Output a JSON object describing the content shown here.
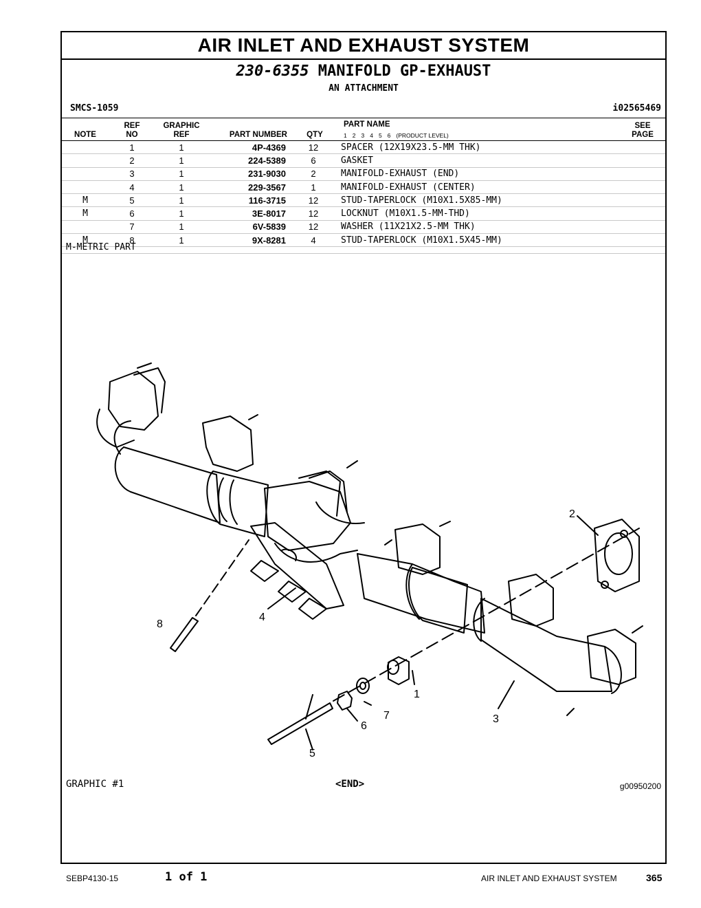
{
  "header": {
    "section_title": "AIR INLET AND EXHAUST SYSTEM",
    "part_number": "230-6355",
    "part_name": "MANIFOLD GP-EXHAUST",
    "subtitle": "AN ATTACHMENT",
    "smcs": "SMCS-1059",
    "ident": "i02565469"
  },
  "columns": {
    "note": "NOTE",
    "ref_top": "REF",
    "ref_bottom": "NO",
    "graphic_top": "GRAPHIC",
    "graphic_bottom": "REF",
    "part_number": "PART NUMBER",
    "qty": "QTY",
    "part_name": "PART NAME",
    "product_levels": [
      "1",
      "2",
      "3",
      "4",
      "5",
      "6"
    ],
    "product_level_label": "(PRODUCT LEVEL)",
    "see_top": "SEE",
    "see_bottom": "PAGE"
  },
  "rows": [
    {
      "note": "",
      "ref": "1",
      "gref": "1",
      "pn": "4P-4369",
      "qty": "12",
      "name": "SPACER (12X19X23.5-MM THK)"
    },
    {
      "note": "",
      "ref": "2",
      "gref": "1",
      "pn": "224-5389",
      "qty": "6",
      "name": "GASKET"
    },
    {
      "note": "",
      "ref": "3",
      "gref": "1",
      "pn": "231-9030",
      "qty": "2",
      "name": "MANIFOLD-EXHAUST (END)"
    },
    {
      "note": "",
      "ref": "4",
      "gref": "1",
      "pn": "229-3567",
      "qty": "1",
      "name": "MANIFOLD-EXHAUST (CENTER)"
    },
    {
      "note": "M",
      "ref": "5",
      "gref": "1",
      "pn": "116-3715",
      "qty": "12",
      "name": "STUD-TAPERLOCK (M10X1.5X85-MM)"
    },
    {
      "note": "M",
      "ref": "6",
      "gref": "1",
      "pn": "3E-8017",
      "qty": "12",
      "name": "LOCKNUT (M10X1.5-MM-THD)"
    },
    {
      "note": "",
      "ref": "7",
      "gref": "1",
      "pn": "6V-5839",
      "qty": "12",
      "name": "WASHER (11X21X2.5-MM THK)"
    },
    {
      "note": "M",
      "ref": "8",
      "gref": "1",
      "pn": "9X-8281",
      "qty": "4",
      "name": "STUD-TAPERLOCK (M10X1.5X45-MM)"
    }
  ],
  "metric_note": "M-METRIC PART",
  "illustration": {
    "callouts": [
      "1",
      "2",
      "3",
      "4",
      "5",
      "6",
      "7",
      "8"
    ],
    "graphic_label": "GRAPHIC #1",
    "end_label": "<END>",
    "graphic_id": "g00950200"
  },
  "footer": {
    "doc": "SEBP4130-15",
    "page_of": "1 of 1",
    "section": "AIR INLET AND EXHAUST SYSTEM",
    "page_num": "365"
  }
}
